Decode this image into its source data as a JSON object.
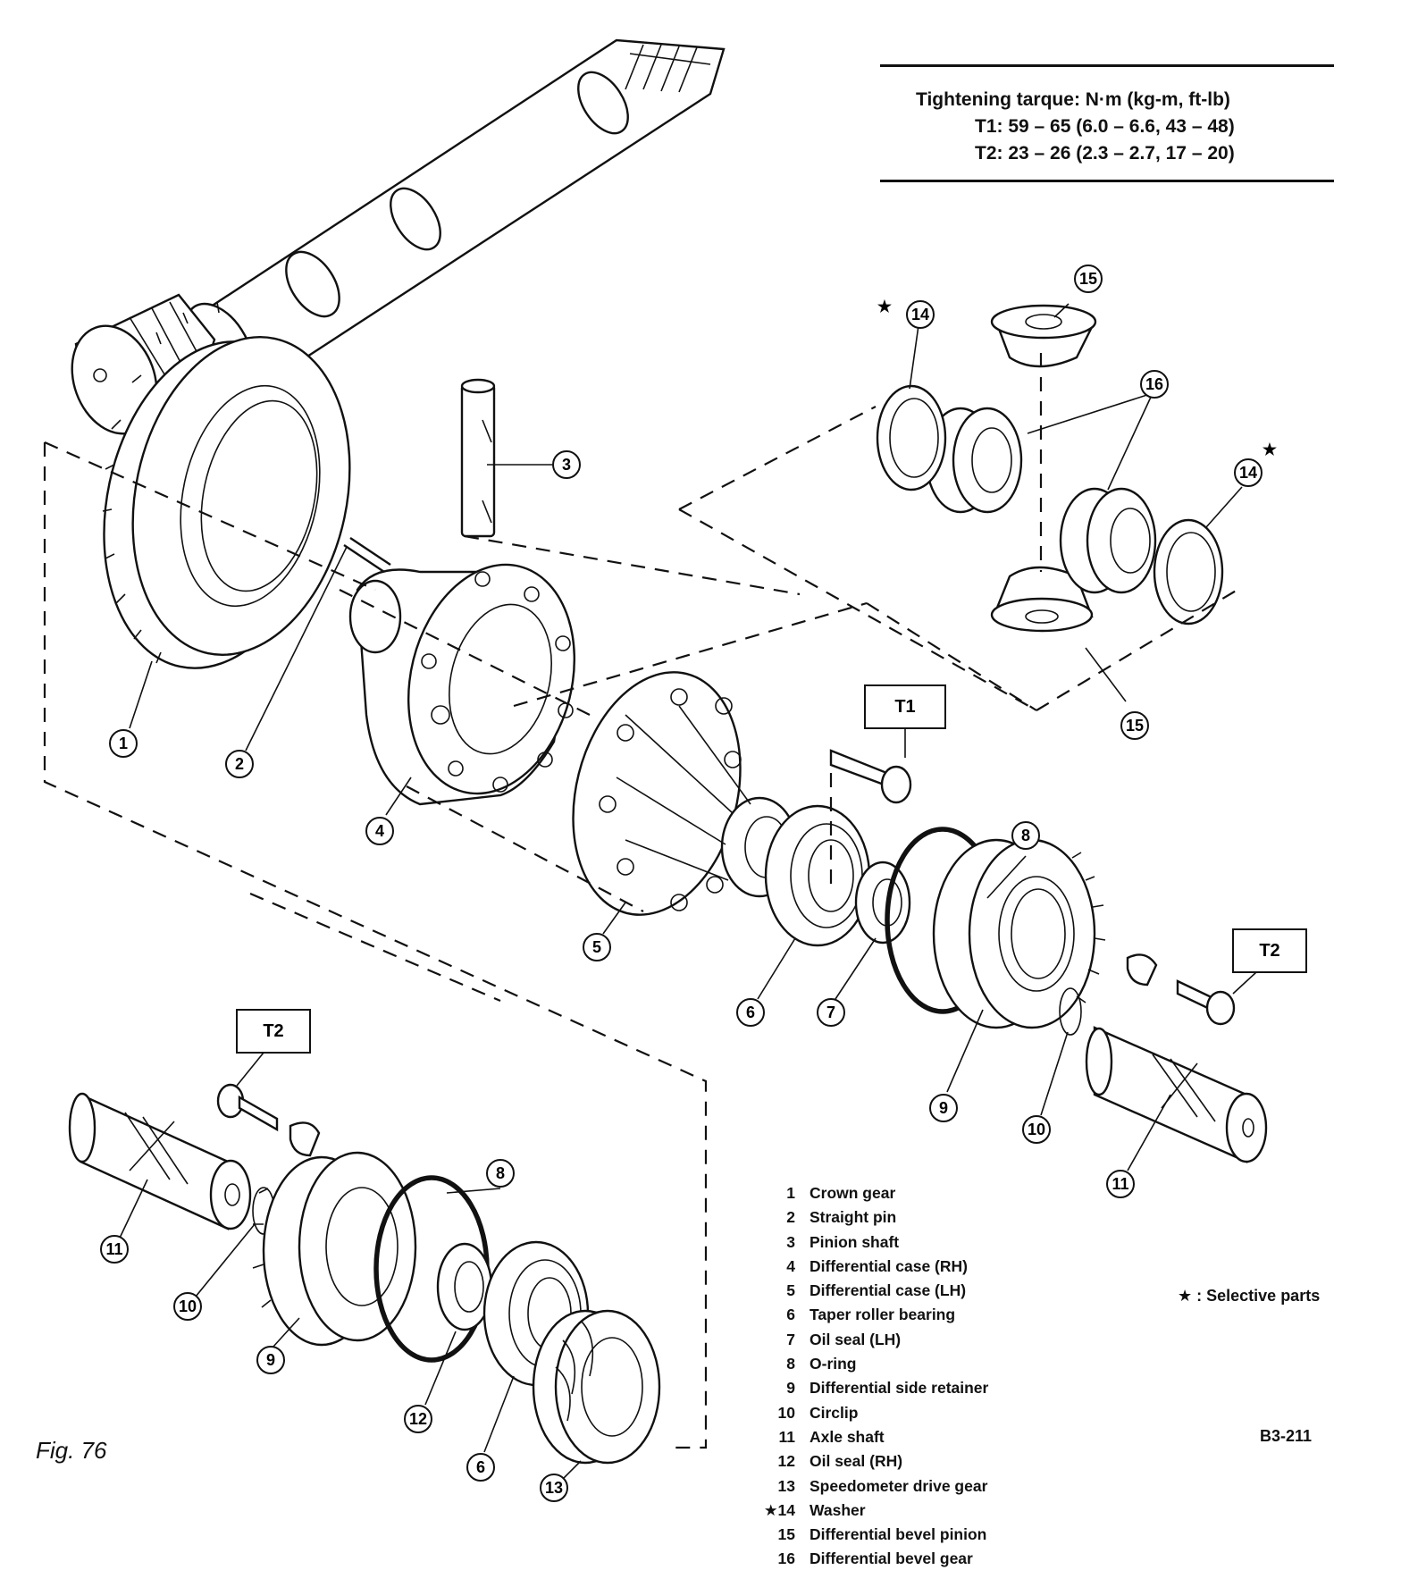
{
  "torque_spec": {
    "title": "Tightening tarque:  N·m (kg-m, ft-lb)",
    "rows": [
      "T1:  59 – 65 (6.0 – 6.6, 43 – 48)",
      "T2:  23 – 26 (2.3 – 2.7, 17 – 20)"
    ]
  },
  "torque_boxes": {
    "t1": "T1",
    "t2_right": "T2",
    "t2_left": "T2"
  },
  "callouts": {
    "c1": "1",
    "c2": "2",
    "c3": "3",
    "c4": "4",
    "c5": "5",
    "c6a": "6",
    "c6b": "6",
    "c7": "7",
    "c8a": "8",
    "c8b": "8",
    "c9a": "9",
    "c9b": "9",
    "c10a": "10",
    "c10b": "10",
    "c11a": "11",
    "c11b": "11",
    "c12": "12",
    "c13": "13",
    "c14a": "14",
    "c14b": "14",
    "c15a": "15",
    "c15b": "15",
    "c16": "16",
    "star": "★"
  },
  "legend": [
    {
      "num": "1",
      "label": "Crown gear"
    },
    {
      "num": "2",
      "label": "Straight pin"
    },
    {
      "num": "3",
      "label": "Pinion shaft"
    },
    {
      "num": "4",
      "label": "Differential case (RH)"
    },
    {
      "num": "5",
      "label": "Differential case (LH)"
    },
    {
      "num": "6",
      "label": "Taper roller bearing"
    },
    {
      "num": "7",
      "label": "Oil seal (LH)"
    },
    {
      "num": "8",
      "label": "O-ring"
    },
    {
      "num": "9",
      "label": "Differential side retainer"
    },
    {
      "num": "10",
      "label": "Circlip"
    },
    {
      "num": "11",
      "label": "Axle shaft"
    },
    {
      "num": "12",
      "label": "Oil seal (RH)"
    },
    {
      "num": "13",
      "label": "Speedometer drive gear"
    },
    {
      "num": "★14",
      "label": "Washer"
    },
    {
      "num": "15",
      "label": "Differential bevel pinion"
    },
    {
      "num": "16",
      "label": "Differential bevel gear"
    }
  ],
  "selective_note": "★ : Selective parts",
  "figure_caption": "Fig. 76",
  "reference_code": "B3-211"
}
